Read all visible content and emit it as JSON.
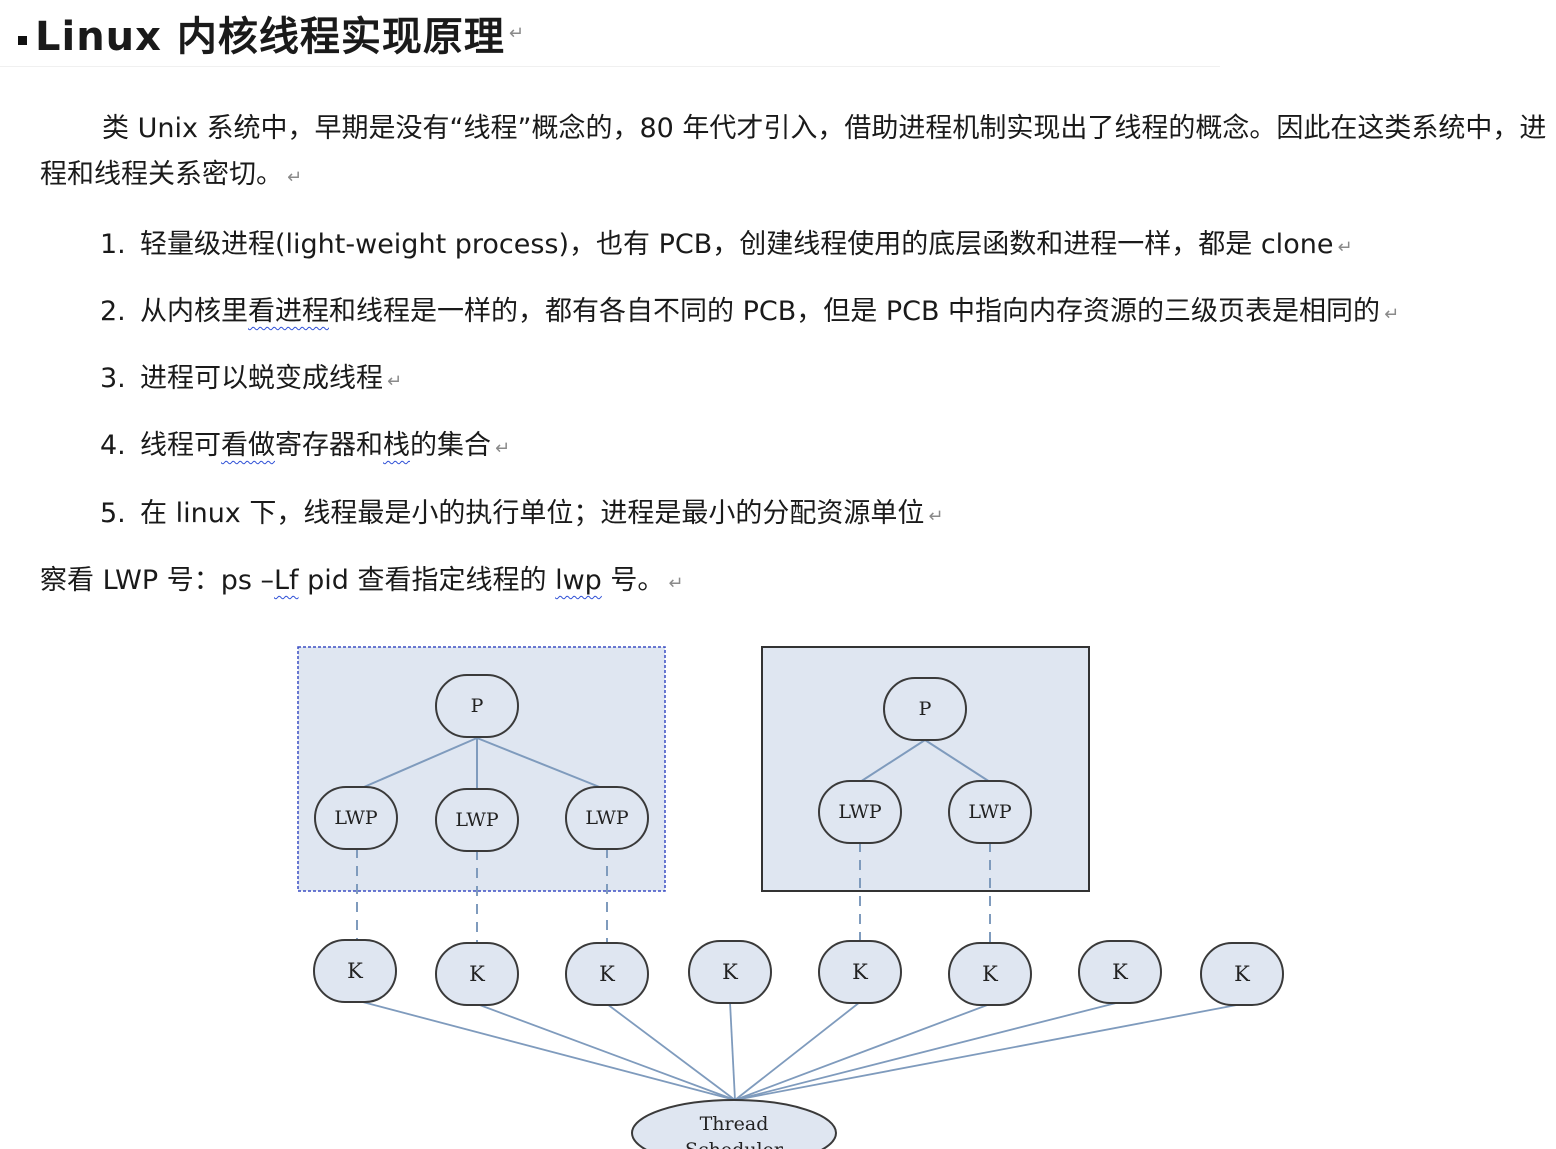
{
  "heading": {
    "text": "Linux 内核线程实现原理",
    "mark": "↵"
  },
  "intro": {
    "text": "类 Unix 系统中，早期是没有“线程”概念的，80 年代才引入，借助进程机制实现出了线程的概念。因此在这类系统中，进程和线程关系密切。",
    "mark": "↵"
  },
  "items": [
    {
      "num": "1.",
      "text": "轻量级进程(light-weight process)，也有 PCB，创建线程使用的底层函数和进程一样，都是 clone",
      "mark": "↵"
    },
    {
      "num": "2.",
      "pre": "从内核里",
      "squiggle": "看进程",
      "post": "和线程是一样的，都有各自不同的 PCB，但是 PCB 中指向内存资源的三级页表是相同的",
      "mark": "↵"
    },
    {
      "num": "3.",
      "text": "进程可以蜕变成线程",
      "mark": "↵"
    },
    {
      "num": "4.",
      "pre": "线程可",
      "squiggle": "看做",
      "mid": "寄存器和",
      "squiggle2": "栈",
      "post": "的集合",
      "mark": "↵"
    },
    {
      "num": "5.",
      "text": "在 linux 下，线程最是小的执行单位；进程是最小的分配资源单位",
      "mark": "↵"
    }
  ],
  "lwp_line": {
    "pre": "察看 LWP 号：ps –",
    "squiggle": "Lf",
    "mid": " pid  查看指定线程的 ",
    "squiggle2": "lwp",
    "post": " 号。",
    "mark": "↵"
  },
  "diagram": {
    "process_label": "P",
    "lwp_label": "LWP",
    "kernel_label": "K",
    "scheduler_line1": "Thread",
    "scheduler_line2": "Scheduler",
    "box_fill": "#dfe6f1",
    "line_color": "#7f9bbd",
    "node_stroke": "#3a3a3a"
  }
}
